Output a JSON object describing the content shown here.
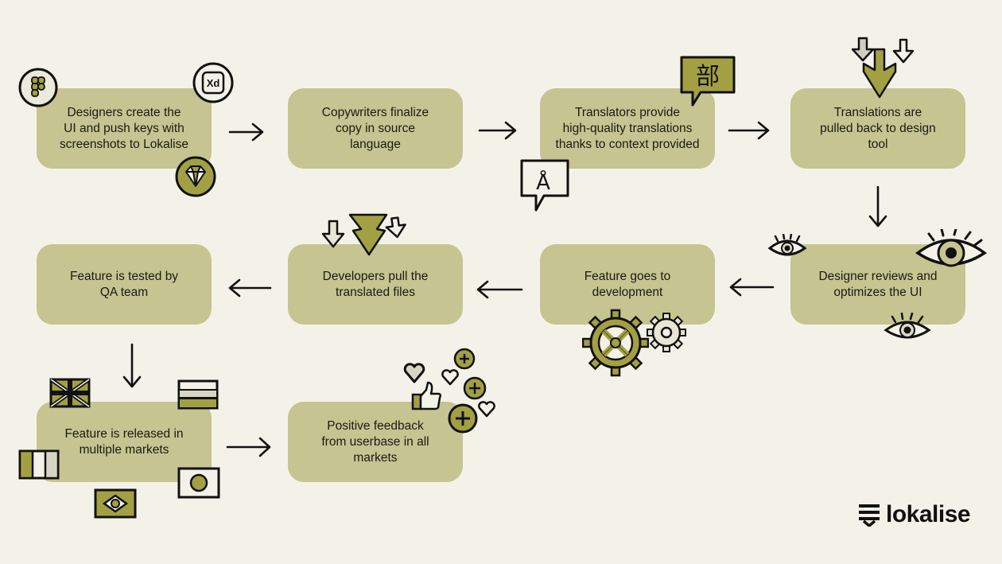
{
  "colors": {
    "background": "#f4f2e8",
    "card": "#c6c490",
    "accent_olive": "#a3a043",
    "ink": "#111111"
  },
  "steps": [
    {
      "id": 1,
      "lines": [
        "Designers create the",
        "UI and push keys with",
        "screenshots to Lokalise"
      ],
      "icons": [
        "figma-icon",
        "adobe-xd-icon",
        "sketch-diamond-icon"
      ]
    },
    {
      "id": 2,
      "lines": [
        "Copywriters finalize",
        "copy in source",
        "language"
      ],
      "icons": []
    },
    {
      "id": 3,
      "lines": [
        "Translators provide",
        "high-quality translations",
        "thanks to context provided"
      ],
      "icons": [
        "speech-bubble-kanji-icon",
        "speech-bubble-a-ring-icon"
      ]
    },
    {
      "id": 4,
      "lines": [
        "Translations are",
        "pulled back to design",
        "tool"
      ],
      "icons": [
        "download-arrows-icon"
      ]
    },
    {
      "id": 5,
      "lines": [
        "Designer reviews and",
        "optimizes the UI"
      ],
      "icons": [
        "eye-icon",
        "eye-icon",
        "eye-icon"
      ]
    },
    {
      "id": 6,
      "lines": [
        "Feature goes to",
        "development"
      ],
      "icons": [
        "gear-icon",
        "gear-icon"
      ]
    },
    {
      "id": 7,
      "lines": [
        "Developers pull the",
        "translated files"
      ],
      "icons": [
        "download-arrows-icon"
      ]
    },
    {
      "id": 8,
      "lines": [
        "Feature is tested by",
        "QA team"
      ],
      "icons": []
    },
    {
      "id": 9,
      "lines": [
        "Feature is released in",
        "multiple markets"
      ],
      "icons": [
        "flag-uk-icon",
        "flag-striped-icon",
        "flag-italy-icon",
        "flag-japan-icon",
        "flag-brazil-icon"
      ]
    },
    {
      "id": 10,
      "lines": [
        "Positive feedback",
        "from userbase in all",
        "markets"
      ],
      "icons": [
        "thumbs-up-icon",
        "heart-icon",
        "plus-badge-icon"
      ]
    }
  ],
  "flow": [
    {
      "from": 1,
      "to": 2,
      "direction": "right"
    },
    {
      "from": 2,
      "to": 3,
      "direction": "right"
    },
    {
      "from": 3,
      "to": 4,
      "direction": "right"
    },
    {
      "from": 4,
      "to": 5,
      "direction": "down"
    },
    {
      "from": 5,
      "to": 6,
      "direction": "left"
    },
    {
      "from": 6,
      "to": 7,
      "direction": "left"
    },
    {
      "from": 7,
      "to": 8,
      "direction": "left"
    },
    {
      "from": 8,
      "to": 9,
      "direction": "down"
    },
    {
      "from": 9,
      "to": 10,
      "direction": "right"
    }
  ],
  "brand": {
    "name": "lokalise",
    "logo_icon": "lokalise-logo-icon"
  }
}
